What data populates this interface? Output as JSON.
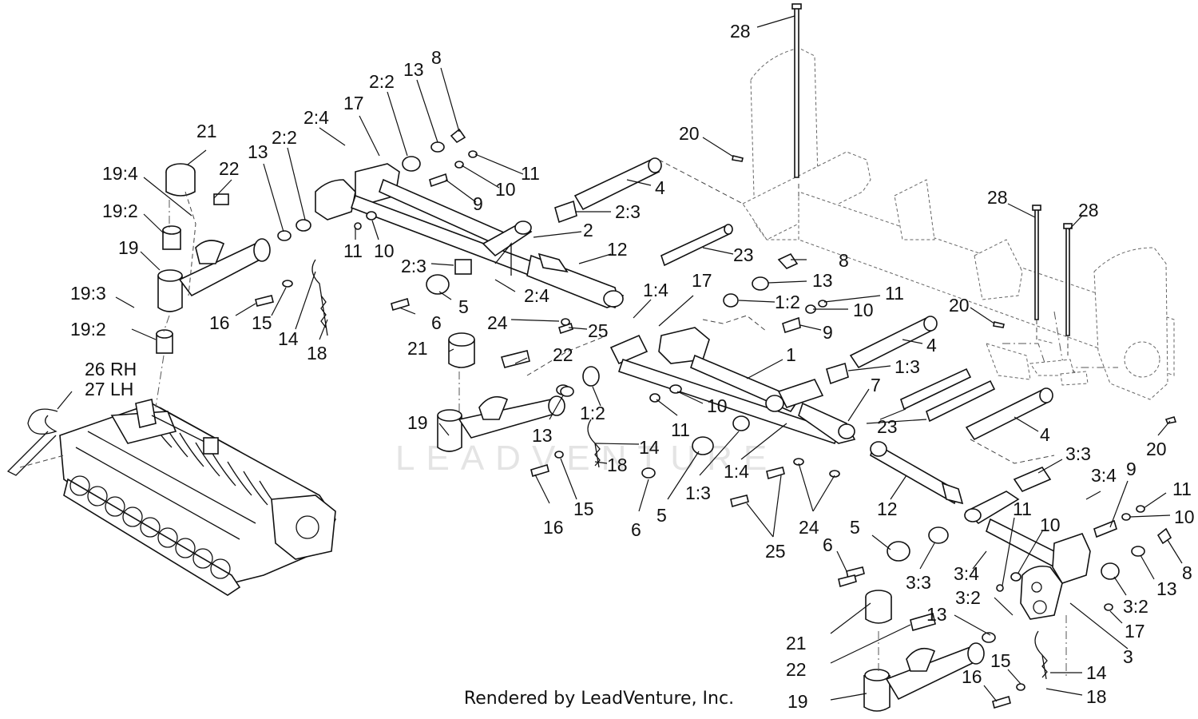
{
  "watermark": "LEADVENTURE",
  "footer": "Rendered by LeadVenture, Inc.",
  "callouts": [
    "28",
    "20",
    "28",
    "28",
    "20",
    "20",
    "8",
    "13",
    "2:2",
    "17",
    "2:4",
    "2:2",
    "13",
    "11",
    "10",
    "9",
    "4",
    "2:3",
    "2",
    "12",
    "23",
    "21",
    "22",
    "19:4",
    "19:2",
    "19",
    "19:3",
    "19:2",
    "16",
    "15",
    "14",
    "18",
    "13",
    "11",
    "10",
    "2:3",
    "5",
    "6",
    "2:4",
    "24",
    "25",
    "1:4",
    "17",
    "8",
    "13",
    "1:2",
    "11",
    "10",
    "9",
    "1",
    "4",
    "1:3",
    "7",
    "23",
    "4",
    "21",
    "22",
    "19",
    "13",
    "1:2",
    "14",
    "18",
    "16",
    "15",
    "10",
    "11",
    "5",
    "1:3",
    "6",
    "1:4",
    "24",
    "25",
    "12",
    "3:3",
    "3:4",
    "9",
    "11",
    "10",
    "11",
    "10",
    "5",
    "3:3",
    "6",
    "3:4",
    "3:2",
    "13",
    "8",
    "13",
    "3:2",
    "17",
    "3",
    "21",
    "22",
    "19",
    "15",
    "14",
    "18",
    "16",
    "26 RH",
    "27 LH"
  ]
}
